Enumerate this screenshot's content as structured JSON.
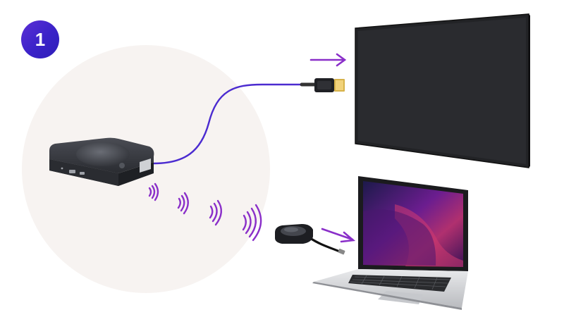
{
  "diagram": {
    "step_number": "1",
    "colors": {
      "accent": "#4b2bd0",
      "arrow": "#8a2fc9",
      "background_circle": "#f7f3f1",
      "device": "#2b2d33",
      "display": "#222326"
    },
    "elements": {
      "base_unit": "clickshare-base-unit",
      "display": "tv-display",
      "cable": "hdmi-cable",
      "button": "clickshare-button",
      "laptop": "laptop",
      "wireless": "wireless-signal"
    }
  }
}
